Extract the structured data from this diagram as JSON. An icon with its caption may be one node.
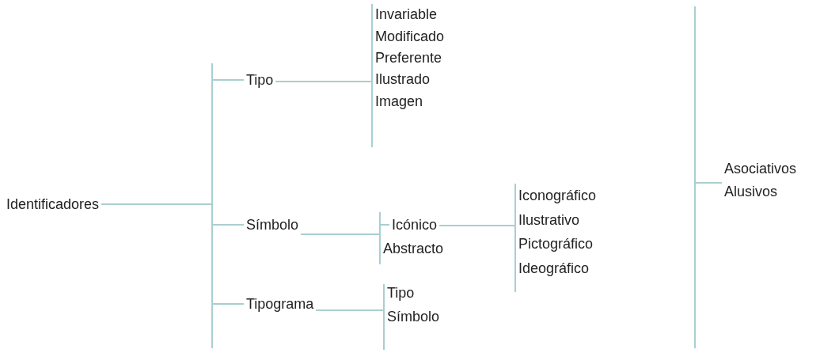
{
  "diagram": {
    "nodes": [
      {
        "text": [
          "Identificadores"
        ]
      },
      {
        "text": [
          "Tipo"
        ]
      },
      {
        "text": [
          "Invariable"
        ]
      },
      {
        "text": [
          "Modificado"
        ]
      },
      {
        "text": [
          "Preferente"
        ]
      },
      {
        "text": [
          "Ilustrado"
        ]
      },
      {
        "text": [
          "Imagen"
        ]
      },
      {
        "text": [
          "Símbolo"
        ]
      },
      {
        "text": [
          "Icónico"
        ]
      },
      {
        "text": [
          "Abstracto"
        ]
      },
      {
        "text": [
          "Iconográfico"
        ]
      },
      {
        "text": [
          "Ilustrativo"
        ]
      },
      {
        "text": [
          "Pictográfico"
        ]
      },
      {
        "text": [
          "Ideográfico"
        ]
      },
      {
        "text": [
          "Tipograma"
        ]
      },
      {
        "text": [
          "Tipo"
        ]
      },
      {
        "text": [
          "Símbolo"
        ]
      }
    ],
    "edges": [
      {
        "from": 0,
        "to": 1,
        "arrow": "none"
      },
      {
        "from": 0,
        "to": 7,
        "arrow": "none"
      },
      {
        "from": 0,
        "to": 14,
        "arrow": "none"
      },
      {
        "from": 1,
        "to": 2,
        "arrow": "none"
      },
      {
        "from": 1,
        "to": 3,
        "arrow": "none"
      },
      {
        "from": 1,
        "to": 4,
        "arrow": "none"
      },
      {
        "from": 1,
        "to": 5,
        "arrow": "none"
      },
      {
        "from": 1,
        "to": 6,
        "arrow": "none"
      },
      {
        "from": 7,
        "to": 8,
        "arrow": "none"
      },
      {
        "from": 7,
        "to": 9,
        "arrow": "none"
      },
      {
        "from": 8,
        "to": 10,
        "arrow": "none"
      },
      {
        "from": 8,
        "to": 11,
        "arrow": "none"
      },
      {
        "from": 8,
        "to": 12,
        "arrow": "none"
      },
      {
        "from": 8,
        "to": 13,
        "arrow": "none"
      },
      {
        "from": 14,
        "to": 15,
        "arrow": "none"
      },
      {
        "from": 14,
        "to": 16,
        "arrow": "none"
      }
    ],
    "labels": [
      "Asociativos",
      "Alusivos"
    ]
  }
}
